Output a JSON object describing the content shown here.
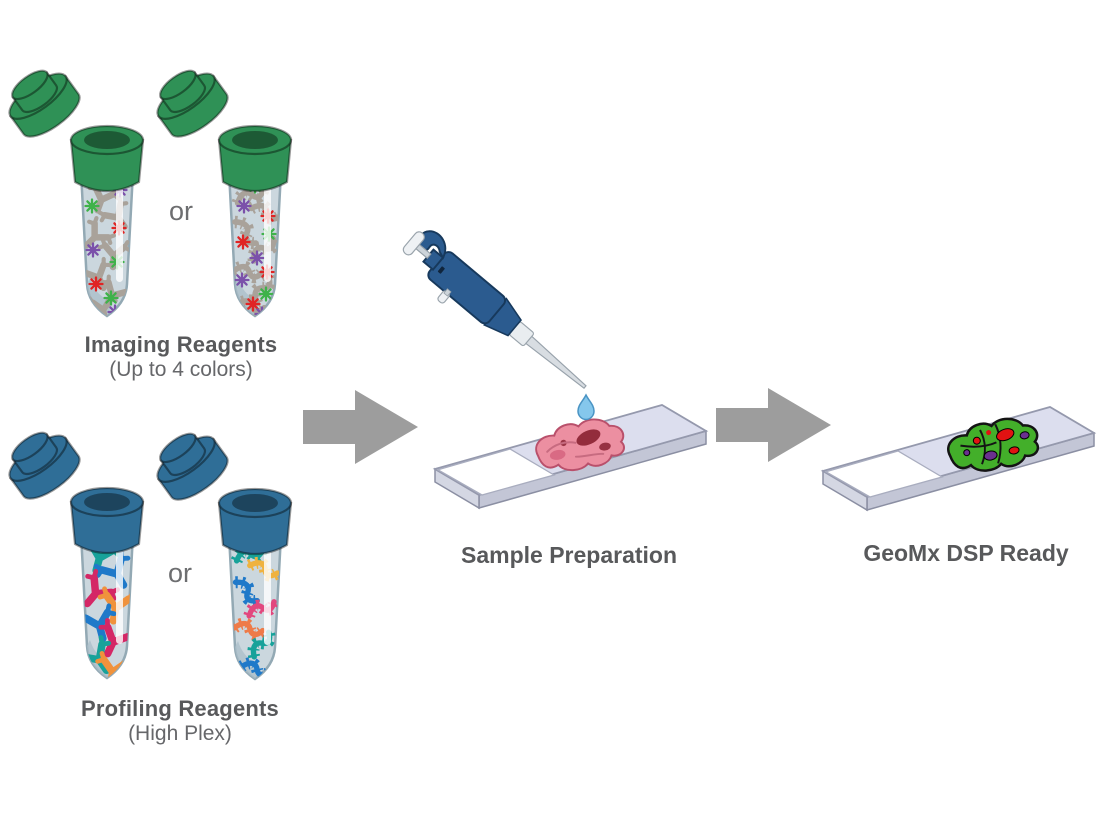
{
  "diagram": {
    "labels": {
      "or_top": "or",
      "or_bottom": "or",
      "imaging_title": "Imaging Reagents",
      "imaging_subtitle": "(Up to 4 colors)",
      "profiling_title": "Profiling Reagents",
      "profiling_subtitle": "(High Plex)",
      "sample_preparation": "Sample Preparation",
      "geomx_ready": "GeoMx DSP Ready"
    },
    "colors": {
      "imaging_cap_green": "#2f9156",
      "profiling_cap_blue": "#2f6e97",
      "tube_glass": "#cbd7de",
      "flow_arrow_gray": "#9d9d9d",
      "pipette_blue": "#2b5b8f",
      "droplet_blue": "#85c7ec",
      "slide_surface": "#dcdeee",
      "slide_label": "#ffffff",
      "sample_tissue_pink": "#ec8fa1",
      "geomx_tissue_green": "#43af2a",
      "fluor_red": "#e02424",
      "fluor_green": "#3fb24a",
      "fluor_purple": "#7b51aa",
      "antibody_gray": "#a9a29a",
      "profiling_teal": "#17a29a",
      "profiling_blue": "#1f79c9",
      "profiling_crimson": "#d42766",
      "profiling_orange": "#f0923c",
      "profiling_yellow": "#efb23f",
      "profiling_pink": "#e2477e",
      "profiling_coral": "#ee7b48",
      "text_gray": "#58595b"
    }
  }
}
